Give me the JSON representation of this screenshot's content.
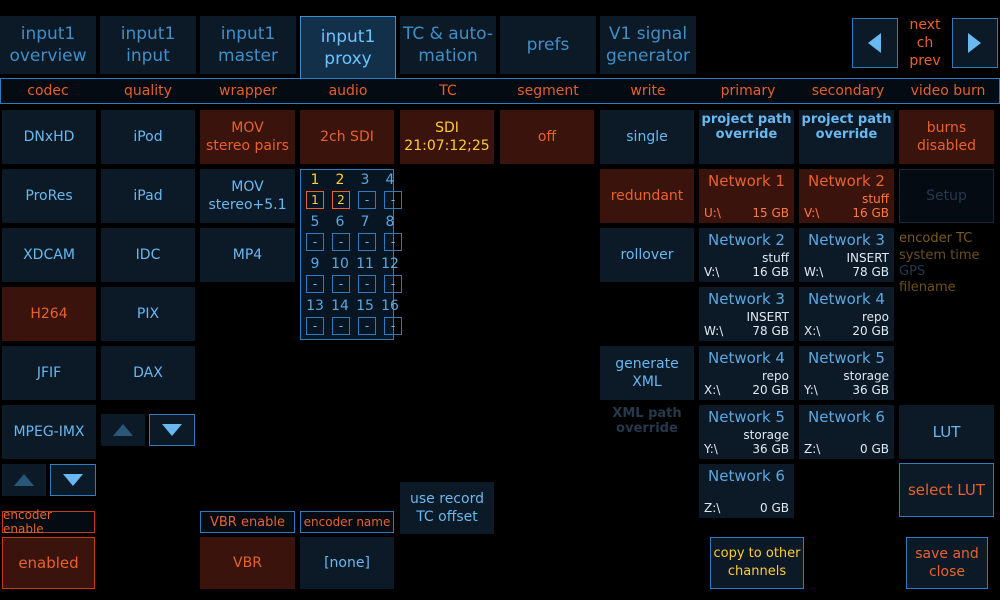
{
  "tabs": [
    {
      "label": "input1\noverview"
    },
    {
      "label": "input1\ninput"
    },
    {
      "label": "input1\nmaster"
    },
    {
      "label": "input1\nproxy"
    },
    {
      "label": "TC & auto-\nmation"
    },
    {
      "label": "prefs"
    },
    {
      "label": "V1 signal\ngenerator"
    }
  ],
  "nav": {
    "label": "next\nch\nprev"
  },
  "subtabs": [
    "codec",
    "quality",
    "wrapper",
    "audio",
    "TC",
    "segment",
    "write",
    "primary",
    "secondary",
    "video burn"
  ],
  "codec": [
    "DNxHD",
    "ProRes",
    "XDCAM",
    "H264",
    "JFIF",
    "MPEG-IMX"
  ],
  "quality": [
    "iPod",
    "iPad",
    "IDC",
    "PIX",
    "DAX"
  ],
  "wrapper": [
    "MOV\nstereo pairs",
    "MOV\nstereo+5.1",
    "MP4"
  ],
  "audio": {
    "label": "2ch SDI",
    "rows": [
      {
        "nums": [
          "1",
          "2",
          "3",
          "4"
        ],
        "boxes": [
          "1",
          "2",
          "-",
          "-"
        ]
      },
      {
        "nums": [
          "5",
          "6",
          "7",
          "8"
        ],
        "boxes": [
          "-",
          "-",
          "-",
          "-"
        ]
      },
      {
        "nums": [
          "9",
          "10",
          "11",
          "12"
        ],
        "boxes": [
          "-",
          "-",
          "-",
          "-"
        ]
      },
      {
        "nums": [
          "13",
          "14",
          "15",
          "16"
        ],
        "boxes": [
          "-",
          "-",
          "-",
          "-"
        ]
      }
    ]
  },
  "tc": {
    "source": "SDI\n21:07:12;25",
    "record_offset": "use record\nTC offset"
  },
  "segment": {
    "value": "off"
  },
  "write": {
    "single": "single",
    "redundant": "redundant",
    "rollover": "rollover",
    "xml": "generate\nXML",
    "xml_path": "XML path\noverride"
  },
  "primary": {
    "override": "project path\noverride",
    "items": [
      {
        "name": "Network 1",
        "desc": "",
        "drive": "U:\\",
        "size": "15 GB"
      },
      {
        "name": "Network 2",
        "desc": "stuff",
        "drive": "V:\\",
        "size": "16 GB"
      },
      {
        "name": "Network 3",
        "desc": "INSERT",
        "drive": "W:\\",
        "size": "78 GB"
      },
      {
        "name": "Network 4",
        "desc": "repo",
        "drive": "X:\\",
        "size": "20 GB"
      },
      {
        "name": "Network 5",
        "desc": "storage",
        "drive": "Y:\\",
        "size": "36 GB"
      },
      {
        "name": "Network 6",
        "desc": "",
        "drive": "Z:\\",
        "size": "0 GB"
      }
    ]
  },
  "secondary": {
    "override": "project path\noverride",
    "items": [
      {
        "name": "Network 2",
        "desc": "stuff",
        "drive": "V:\\",
        "size": "16 GB"
      },
      {
        "name": "Network 3",
        "desc": "INSERT",
        "drive": "W:\\",
        "size": "78 GB"
      },
      {
        "name": "Network 4",
        "desc": "repo",
        "drive": "X:\\",
        "size": "20 GB"
      },
      {
        "name": "Network 5",
        "desc": "storage",
        "drive": "Y:\\",
        "size": "36 GB"
      },
      {
        "name": "Network 6",
        "desc": "",
        "drive": "Z:\\",
        "size": "0 GB"
      }
    ],
    "copy": "copy to other\nchannels"
  },
  "burn": {
    "status": "burns\ndisabled",
    "setup": "Setup",
    "options": [
      "encoder TC",
      "system time",
      "GPS",
      "filename"
    ],
    "lut": "LUT",
    "select_lut": "select LUT",
    "save": "save and\nclose"
  },
  "encoder": {
    "enable_label": "encoder enable",
    "enable_value": "enabled",
    "name_label": "encoder name",
    "name_value": "[none]"
  },
  "vbr": {
    "label": "VBR enable",
    "value": "VBR"
  },
  "colors": {
    "accent_blue": "#2d7cc0",
    "accent_orange": "#e8622c",
    "gold": "#ffcc33",
    "panel": "#0c1a28",
    "red_panel": "#3a130c"
  }
}
